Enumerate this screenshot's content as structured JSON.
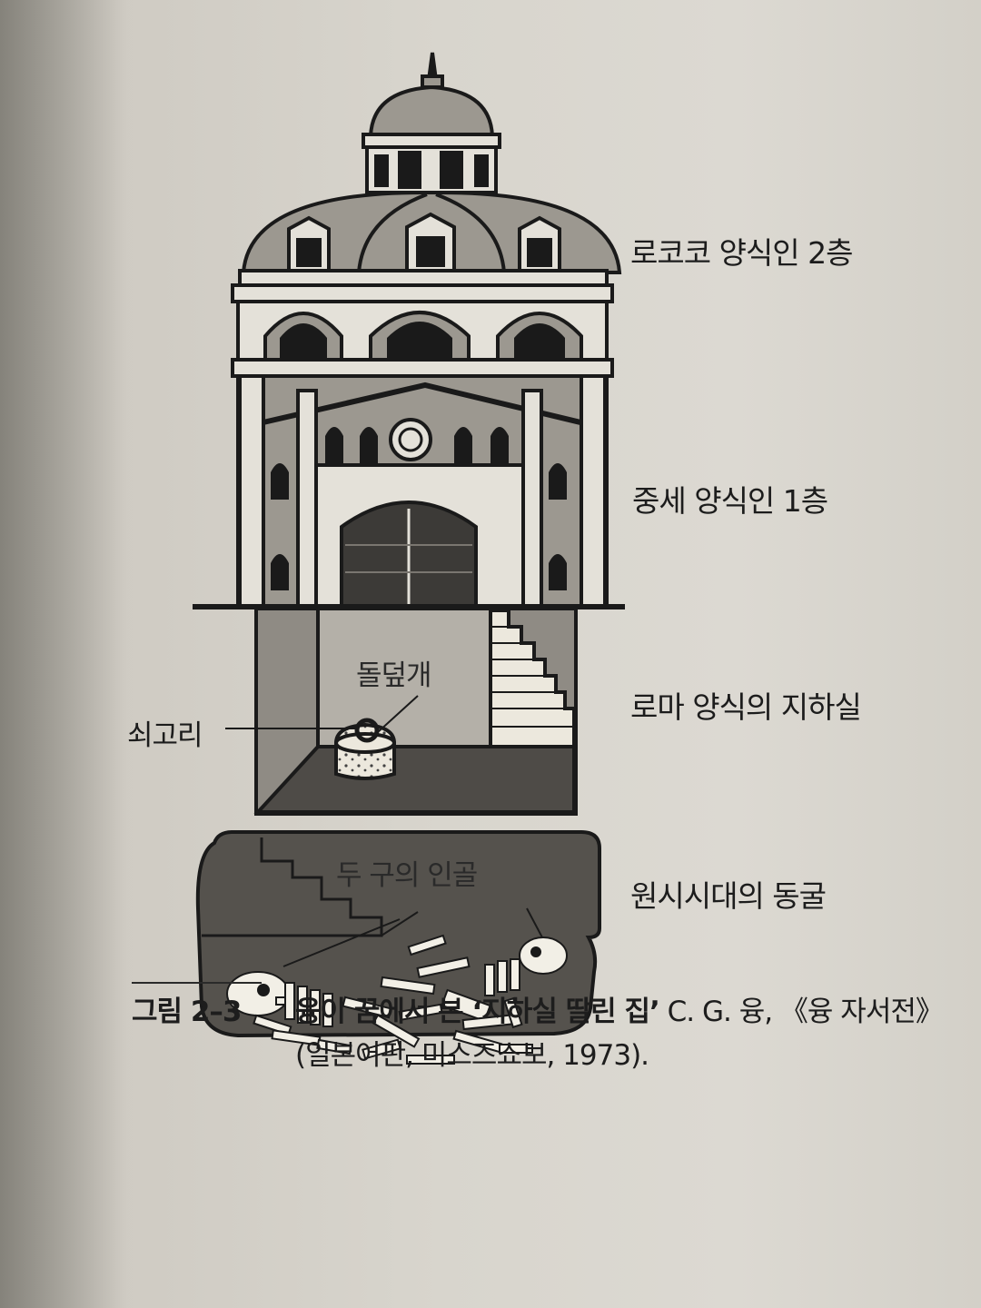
{
  "labels": {
    "floor2": "로코코 양식인 2층",
    "floor1": "중세 양식인 1층",
    "basement": "로마 양식의 지하실",
    "cave": "원시시대의 동굴",
    "ring": "쇠고리",
    "stone_lid": "돌덮개",
    "skeletons": "두 구의 인골"
  },
  "caption": {
    "number": "그림 2–3",
    "title": "융이 꿈에서 본 ‘지하실 딸린 집’",
    "credit": " C. G. 융, 《융 자서전》(일본어판, 미스즈쇼보, 1973)."
  },
  "colors": {
    "ink": "#1a1a1a",
    "stone": "#9c9890",
    "dark": "#5e5b56",
    "cave": "#4e4b47",
    "bone": "#f2efe6"
  }
}
